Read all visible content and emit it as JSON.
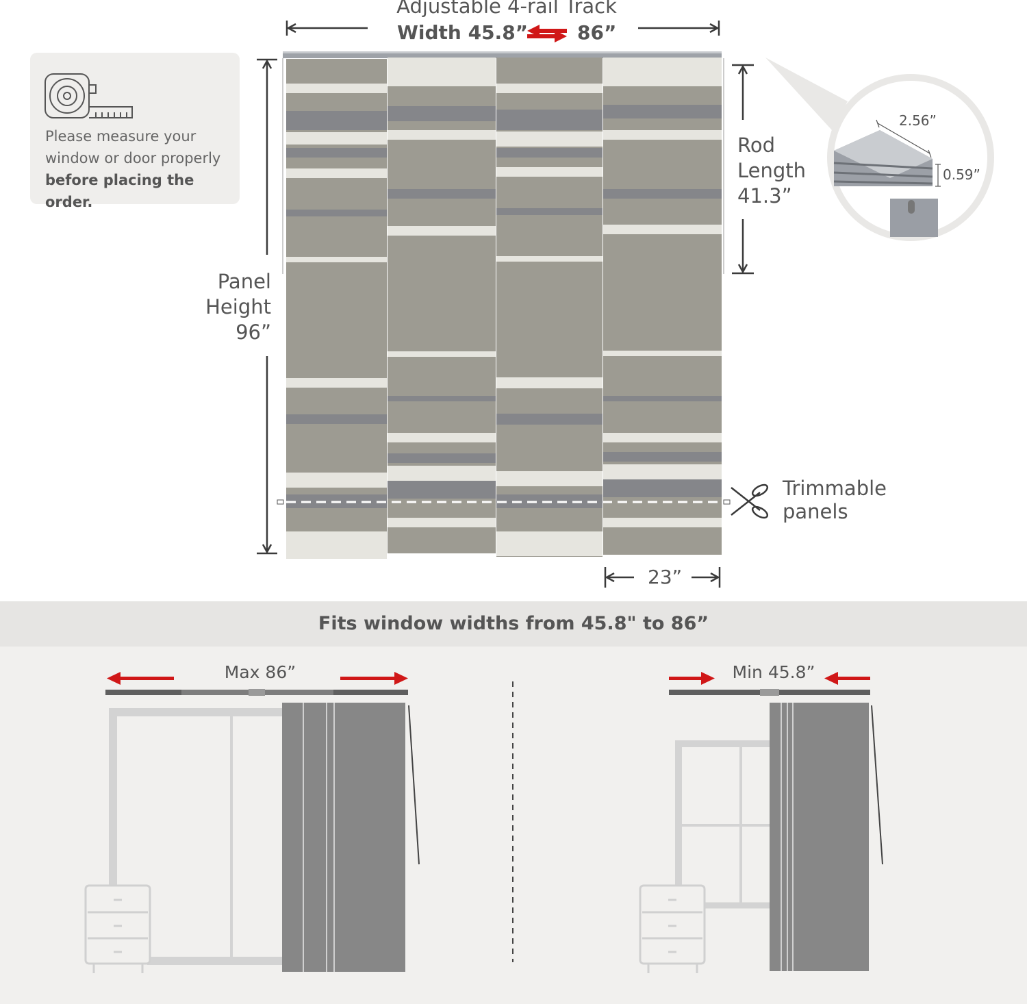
{
  "top": {
    "track_title": "Adjustable 4-rail Track",
    "width_label": "Width 45.8”",
    "width_max": "86”"
  },
  "measure_card": {
    "line1": "Please measure your",
    "line2": "window or door properly",
    "line3_bold": "before placing the order.",
    "icon": "tape-measure-icon"
  },
  "dimensions": {
    "panel_height_label1": "Panel",
    "panel_height_label2": "Height",
    "panel_height_value": "96”",
    "rod_label1": "Rod",
    "rod_label2": "Length",
    "rod_value": "41.3”",
    "trim_label1": "Trimmable",
    "trim_label2": "panels",
    "panel_width": "23”",
    "track_depth": "2.56”",
    "track_height": "0.59”"
  },
  "fits": {
    "text": "Fits window widths from 45.8\" to 86”",
    "max_label": "Max 86”",
    "min_label": "Min 45.8”"
  },
  "colors": {
    "panel_base": "#9d9b92",
    "stripe_dark": "#85868a",
    "stripe_light": "#e6e5df",
    "arrow_red": "#d01717",
    "dim_line": "#3a3a3a",
    "lower_panel": "#878787",
    "frame_gray": "#d3d3d3"
  }
}
